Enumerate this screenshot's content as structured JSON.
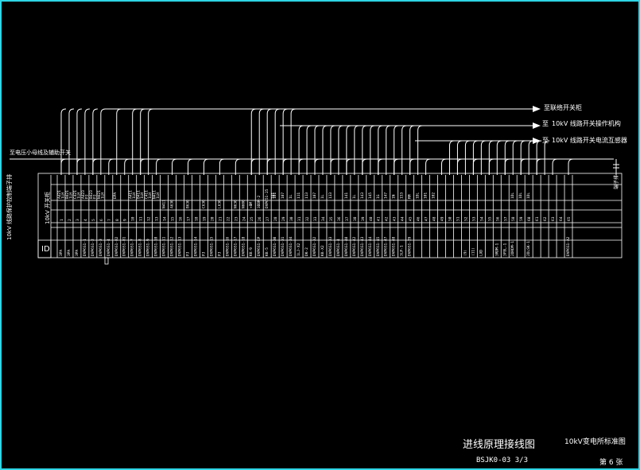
{
  "title_block": {
    "drawing_title": "进线原理接线图",
    "project_name": "10kV变电所标准图",
    "drawing_no": "BSJK0-03 3/3",
    "sheet": "第 6 张"
  },
  "bus_labels": {
    "top": "至联络开关柜",
    "second_prefix": "至",
    "second_suffix": "10kV 线路开关操作机构",
    "third_prefix": "至",
    "third_suffix": "10kV 线路开关电流互感器",
    "left": "至电压小母线及辅助开关"
  },
  "strip": {
    "side_title": "10kV 线路保护控制端子排",
    "id_label": "ID",
    "header_label": "10kV 开关柜",
    "right_label": "端子排",
    "top_row": [
      "A421",
      "B421",
      "C421",
      "A423",
      "B423",
      "N421",
      "",
      "EPA",
      "",
      "A411",
      "B411",
      "C411",
      "N411",
      "",
      "",
      "",
      "",
      "",
      "",
      "",
      "",
      "",
      "",
      "",
      "",
      "",
      "",
      "101",
      "",
      "",
      "",
      "",
      "",
      "",
      "",
      "",
      "",
      "",
      "",
      "",
      "",
      "",
      "",
      "",
      "",
      "",
      "",
      "",
      "",
      "",
      "",
      "",
      "",
      "",
      "",
      "",
      "",
      "",
      "",
      "",
      "",
      "",
      "",
      "",
      "",
      ""
    ],
    "terminal_numbers": [
      "1",
      "2",
      "3",
      "4",
      "5",
      "6",
      "7",
      "8",
      "9",
      "10",
      "11",
      "12",
      "13",
      "14",
      "15",
      "16",
      "17",
      "18",
      "19",
      "20",
      "21",
      "22",
      "23",
      "24",
      "25",
      "26",
      "27",
      "28",
      "29",
      "30",
      "31",
      "32",
      "33",
      "34",
      "35",
      "36",
      "37",
      "38",
      "39",
      "40",
      "41",
      "42",
      "43",
      "44",
      "45",
      "46",
      "47",
      "48",
      "49",
      "50",
      "51",
      "52",
      "53",
      "54",
      "55",
      "56",
      "57",
      "58",
      "59",
      "60",
      "61",
      "62",
      "63",
      "64",
      "65"
    ],
    "wire_codes": [
      "1LH",
      "1LH",
      "1LH",
      "PJ",
      "PJ",
      "1LH",
      "",
      "",
      "",
      "1LH",
      "1LH",
      "1LH",
      "1LH",
      "",
      "",
      "",
      "",
      "",
      "",
      "",
      "",
      "",
      "",
      "",
      "",
      "",
      "",
      "",
      "",
      "",
      "",
      "",
      "",
      "",
      "",
      "",
      "",
      "",
      "",
      "",
      "",
      "",
      "",
      "",
      "",
      "",
      "",
      "",
      "",
      "",
      "",
      "",
      "",
      "",
      "",
      "",
      "",
      "",
      "",
      "",
      "",
      "",
      "",
      "",
      "",
      "",
      ""
    ],
    "mid_codes": [
      "A421",
      "B421",
      "C421",
      "A423",
      "B423",
      "N421",
      "",
      "EPA",
      "",
      "A411",
      "B411",
      "C411",
      "N411",
      "N411",
      "A630",
      "",
      "B630",
      "",
      "C630",
      "",
      "L630",
      "",
      "N630",
      "N600",
      "+BM",
      "3DDM-2",
      "DVP651-25",
      "",
      "",
      "",
      "",
      "",
      "",
      "",
      "",
      "",
      "",
      "",
      "",
      "",
      "",
      "",
      "",
      "",
      "",
      "",
      "",
      "",
      "",
      "",
      "",
      "",
      "",
      "",
      "",
      "",
      "",
      "",
      "",
      "",
      "",
      "",
      "",
      "",
      ""
    ],
    "device_refs": [
      "3PA",
      "3PA",
      "3PA",
      "DVP6S1-1",
      "DVP6S1-2",
      "DVP6S1-3",
      "DVP6S1-4",
      "DVP6S1-82",
      "DVP6S1-81",
      "DVP6S1-7",
      "DVP6S1-8",
      "DVP6S1-9",
      "DVP6S1-10",
      "DVP6S1-11",
      "DVP6S1-12",
      "DVP6S1-13",
      "PJ",
      "DVP6S1-14",
      "PJ",
      "DVP6S1-15",
      "PJ",
      "DVP6S1-16",
      "DVP6S1-17",
      "DVP6S1-18",
      "KK-9",
      "DVP6S1-EP",
      "KK-5",
      "DVP6S1-30",
      "DVP6S1-31",
      "DVP6S1-34",
      "1LJ-X2",
      "DK-2",
      "DVP6S1-32",
      "KK-X2",
      "DVP6S1-33",
      "DVP6S1-4",
      "DVP6S1-40",
      "DVP6S1-42",
      "DVP6S1-43",
      "DVP6S1-44",
      "DVP6S1-45",
      "DVP6S1-47",
      "DVP6S1-48",
      "3LP-1",
      "DVP6S1-29",
      "",
      "",
      "",
      "",
      "",
      "",
      "(9)",
      "(11)",
      "LXD",
      "",
      "3RDM-1",
      "3FBL-1",
      "2DRDM-1",
      "",
      "2DLSK-1",
      "",
      "",
      "",
      "",
      "DVP6S1-A2"
    ],
    "upper_codes": [
      "",
      "",
      "",
      "",
      "",
      "",
      "",
      "",
      "",
      "",
      "",
      "",
      "",
      "",
      "",
      "",
      "",
      "",
      "",
      "",
      "",
      "",
      "",
      "",
      "",
      "",
      "",
      "101",
      "107",
      "1L",
      "111",
      "113",
      "107",
      "1L",
      "133",
      "",
      "141",
      "1L",
      "143",
      "145",
      "1G",
      "147",
      "1N",
      "153",
      "RM",
      "1DL",
      "101",
      "102",
      "",
      "",
      "",
      "",
      "",
      "",
      "",
      "",
      "",
      "1DL",
      "1DL",
      "1DL",
      "",
      "",
      "",
      "",
      "",
      ""
    ]
  }
}
